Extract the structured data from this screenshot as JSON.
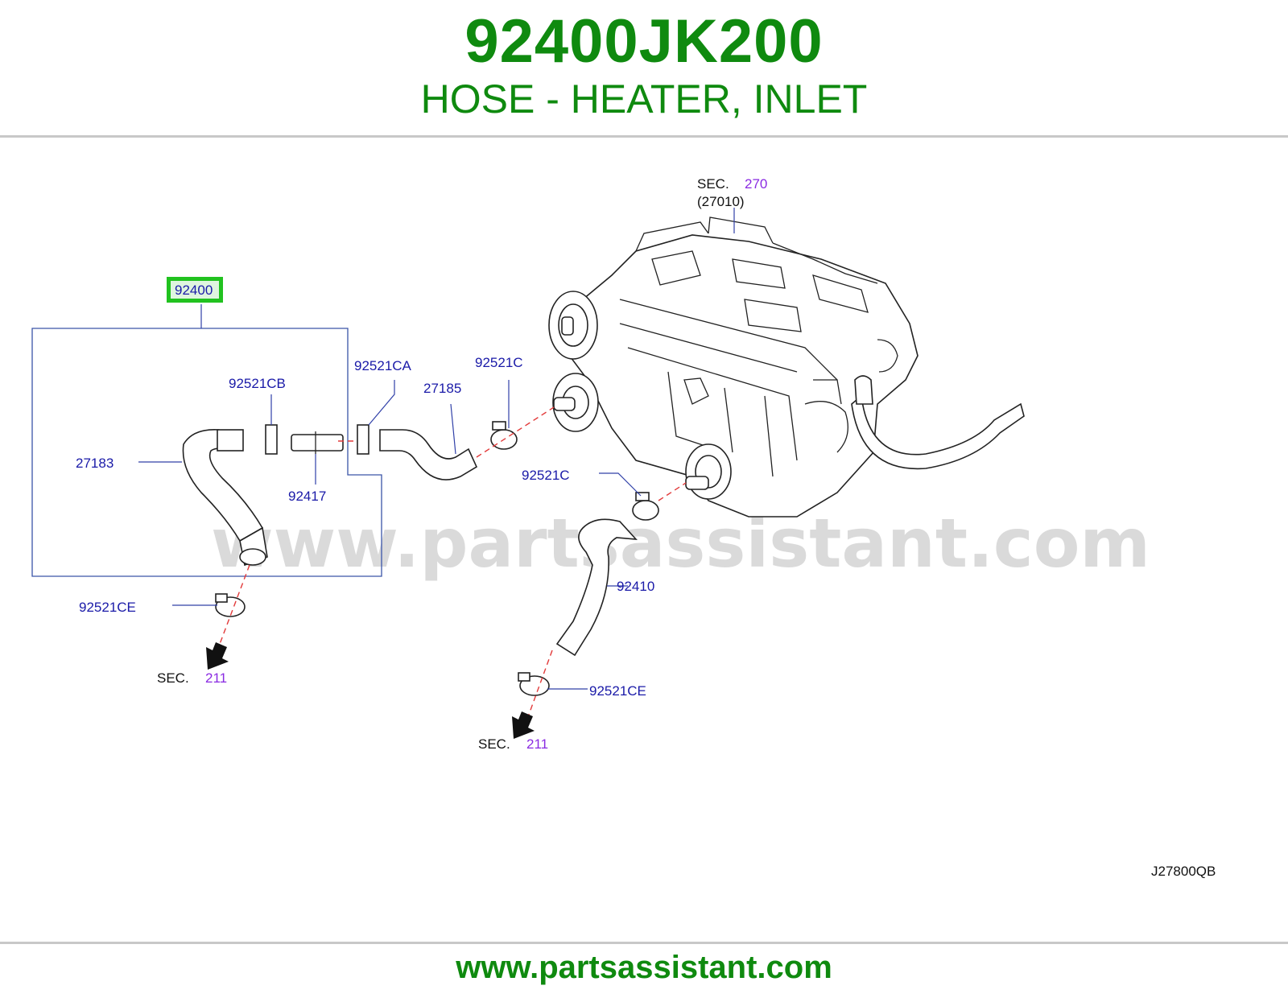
{
  "header": {
    "part_number": "92400JK200",
    "part_name": "HOSE - HEATER, INLET"
  },
  "diagram": {
    "watermark": "www.partsassistant.com",
    "highlighted_callout": "92400",
    "callouts": {
      "hose_27183": "27183",
      "clip_92521CB": "92521CB",
      "joint_92417": "92417",
      "clip_92521CA": "92521CA",
      "hose_27185": "27185",
      "clamp_92521C_upper": "92521C",
      "clamp_92521C_lower": "92521C",
      "hose_92410": "92410",
      "clamp_92521CE_left": "92521CE",
      "clamp_92521CE_right": "92521CE"
    },
    "section_refs": {
      "heater_unit_sec": "SEC.",
      "heater_unit_num": "270",
      "heater_unit_part": "(27010)",
      "left_sec": "SEC.",
      "left_num": "211",
      "right_sec": "SEC.",
      "right_num": "211"
    },
    "diagram_code": "J27800QB"
  },
  "footer": {
    "url": "www.partsassistant.com"
  },
  "colors": {
    "brand_green": "#0f8a0f",
    "callout_blue": "#1a1aa8",
    "section_purple": "#8a2be2",
    "highlight_green": "#21c21f",
    "dash_red": "#e23a3a"
  }
}
